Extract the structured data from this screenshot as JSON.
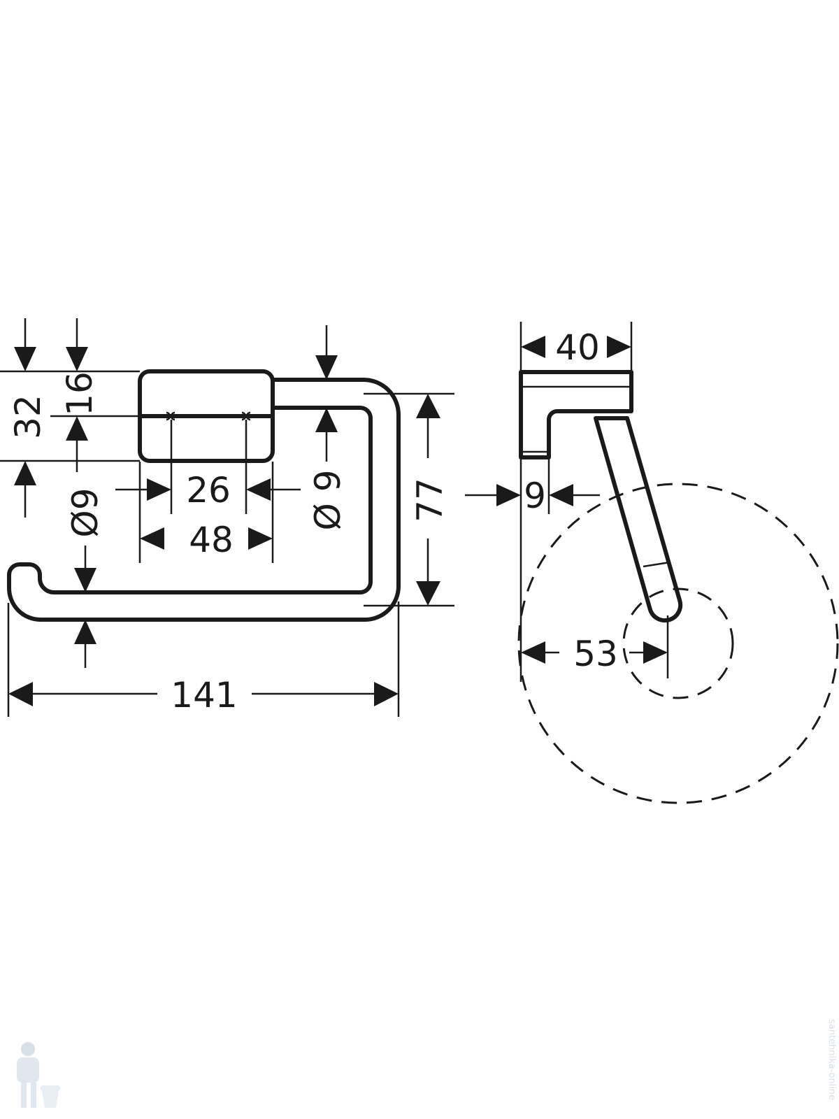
{
  "dimensions": {
    "overall_width": "141",
    "overall_height": "77",
    "mount_height": "32",
    "mount_upper": "16",
    "hole_spacing": "26",
    "mount_width": "48",
    "rod_diameter_left": "Ø9",
    "rod_diameter_right": "Ø 9",
    "side_depth": "40",
    "side_plate": "9",
    "roll_offset": "53"
  },
  "watermark": {
    "text": "santehnika-online"
  },
  "colors": {
    "line": "#1a1a1a",
    "background": "#ffffff"
  }
}
